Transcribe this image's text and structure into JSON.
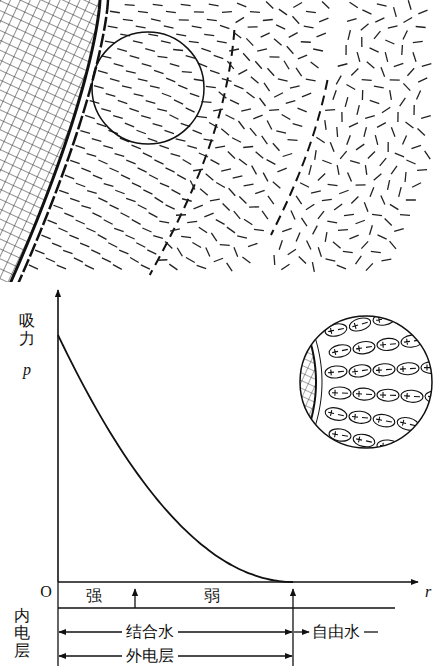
{
  "diagram": {
    "labels": [
      "吸力",
      "p",
      "O",
      "r",
      "强",
      "弱",
      "内电层",
      "结合水",
      "自由水",
      "外电层"
    ]
  }
}
